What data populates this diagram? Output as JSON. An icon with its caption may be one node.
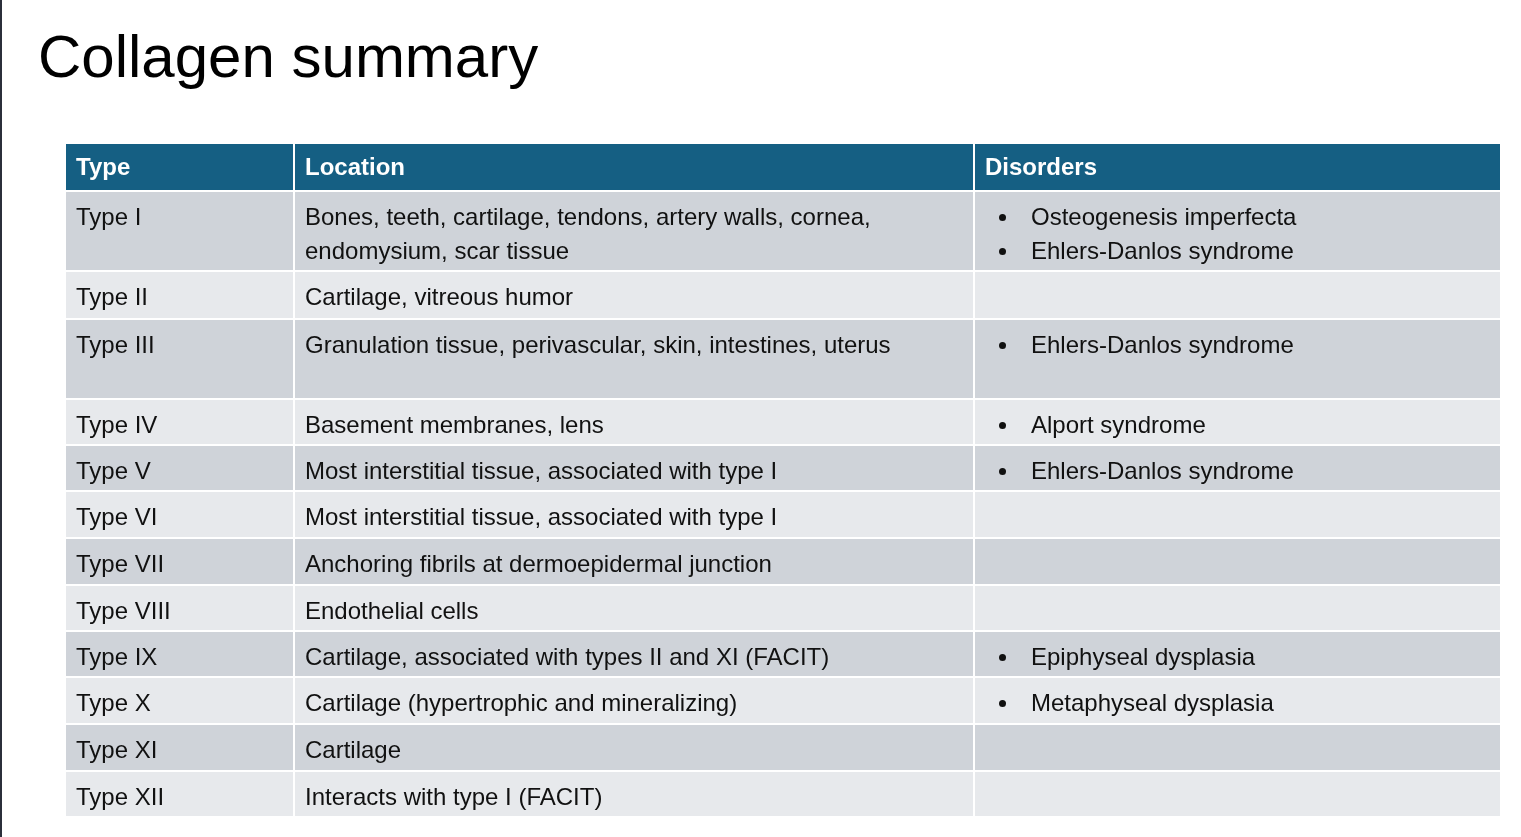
{
  "diagram": {
    "title": "Collagen summary",
    "labels": [
      "Type",
      "Location",
      "Disorders",
      "Type I",
      "Bones, teeth, cartilage, tendons, artery walls, cornea, endomysium, scar tissue",
      "Osteogenesis imperfecta",
      "Ehlers-Danlos syndrome",
      "Type II",
      "Cartilage, vitreous humor",
      "Type III",
      "Granulation tissue, perivascular, skin, intestines, uterus",
      "Ehlers-Danlos syndrome",
      "Type IV",
      "Basement membranes, lens",
      "Alport syndrome",
      "Type V",
      "Most interstitial tissue, associated with type I",
      "Ehlers-Danlos syndrome",
      "Type VI",
      "Most interstitial tissue, associated with type I",
      "Type VII",
      "Anchoring fibrils at dermoepidermal junction",
      "Type VIII",
      "Endothelial cells",
      "Type IX",
      "Cartilage, associated with types II and XI (FACIT)",
      "Epiphyseal dysplasia",
      "Type X",
      "Cartilage (hypertrophic and mineralizing)",
      "Metaphyseal dysplasia",
      "Type XI",
      "Cartilage",
      "Type XII",
      "Interacts with type I (FACIT)"
    ]
  }
}
